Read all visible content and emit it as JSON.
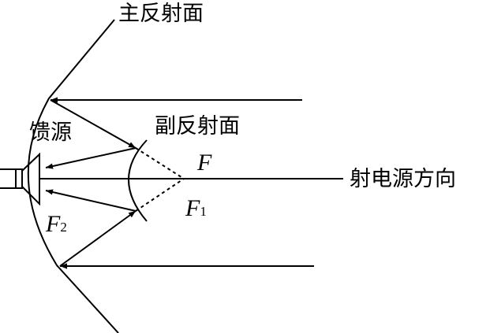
{
  "labels": {
    "main_reflector": "主反射面",
    "feed": "馈源",
    "sub_reflector": "副反射面",
    "focus_f": "F",
    "radio_source_direction": "射电源方向",
    "f1_letter": "F",
    "f1_sub": "1",
    "f2_letter": "F",
    "f2_sub": "2"
  }
}
